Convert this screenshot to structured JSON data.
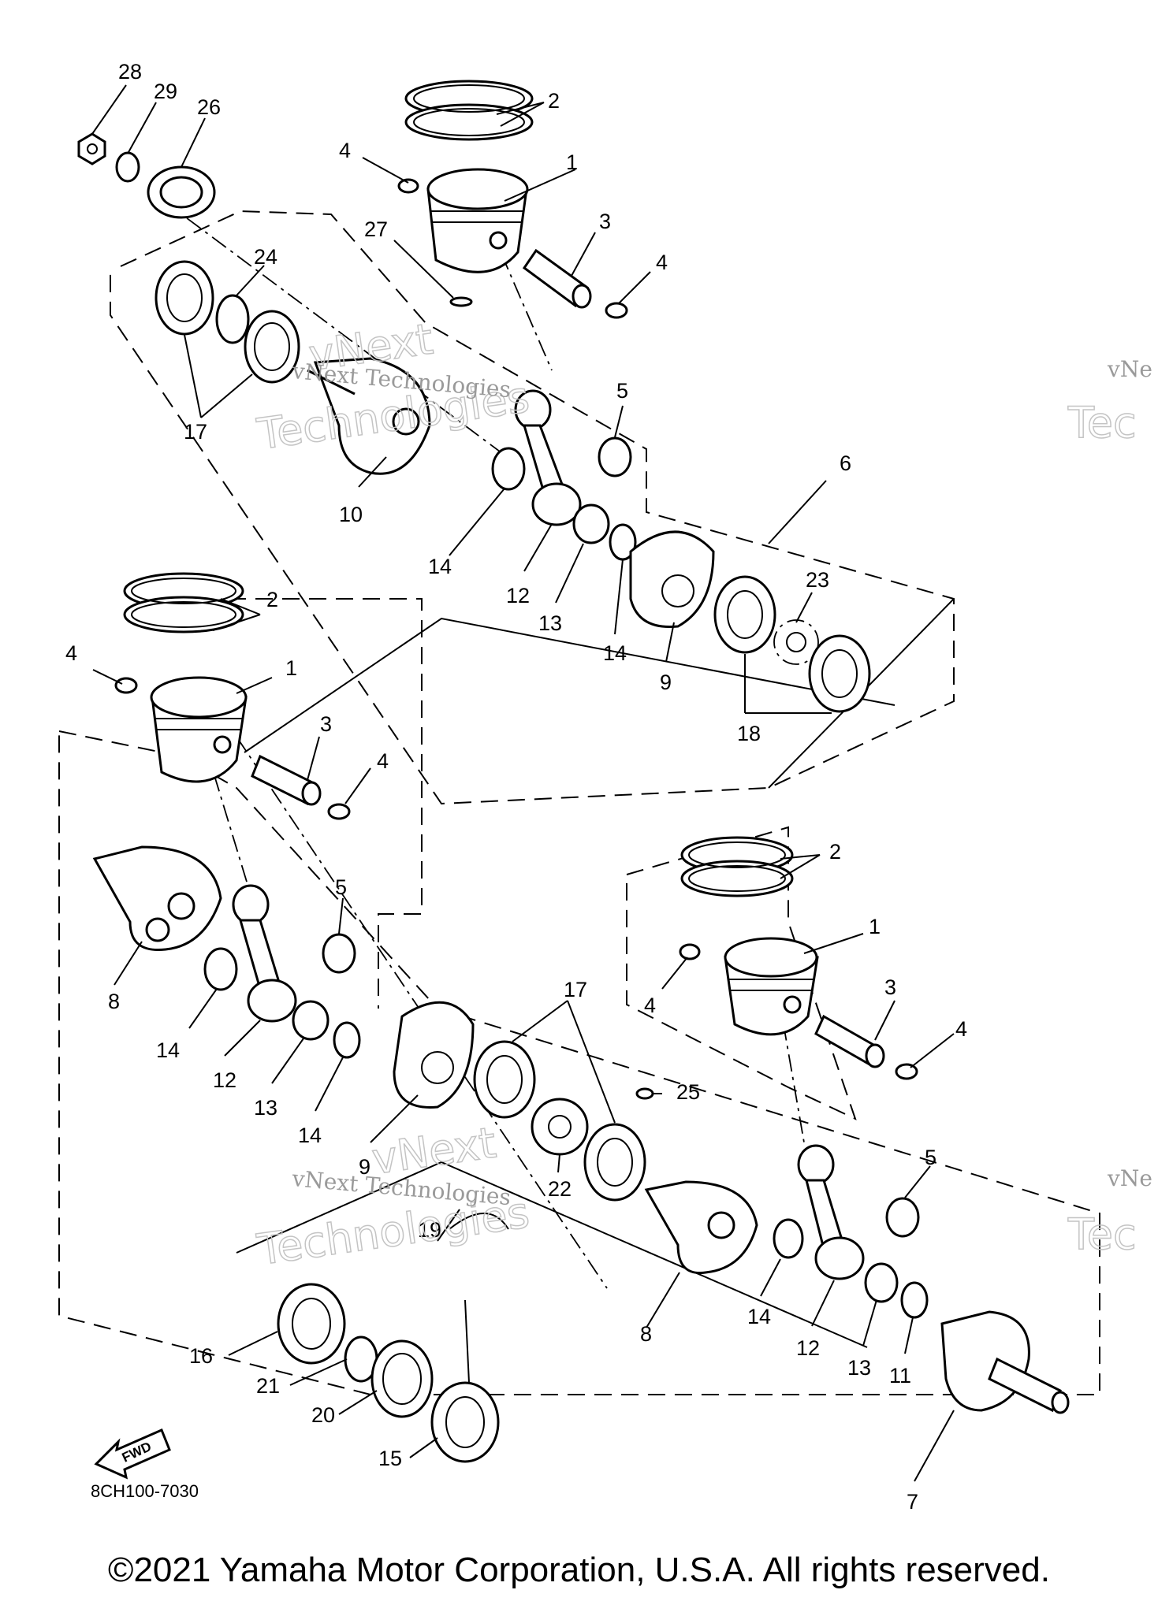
{
  "diagram": {
    "drawing_code": "8CH100-7030",
    "copyright": "©2021 Yamaha Motor Corporation, U.S.A. All rights reserved.",
    "watermark": {
      "line1": "vNext Technologies",
      "big1": "vNext",
      "big2": "Technologies",
      "edge1": "vNe",
      "edge2": "Tec"
    },
    "fwd_label": "FWD",
    "callouts": {
      "c28": "28",
      "c29": "29",
      "c26": "26",
      "c2a": "2",
      "c4a": "4",
      "c1a": "1",
      "c27": "27",
      "c3a": "3",
      "c4b": "4",
      "c24": "24",
      "c17a": "17",
      "c10": "10",
      "c5a": "5",
      "c6": "6",
      "c14a": "14",
      "c12a": "12",
      "c13a": "13",
      "c14b": "14",
      "c9a": "9",
      "c23": "23",
      "c18": "18",
      "c2b": "2",
      "c4c": "4",
      "c1b": "1",
      "c3b": "3",
      "c4d": "4",
      "c5b": "5",
      "c8a": "8",
      "c14c": "14",
      "c12b": "12",
      "c13b": "13",
      "c14d": "14",
      "c9b": "9",
      "c17b": "17",
      "c25": "25",
      "c22": "22",
      "c2c": "2",
      "c1c": "1",
      "c4e": "4",
      "c3c": "3",
      "c4f": "4",
      "c5c": "5",
      "c19": "19",
      "c16": "16",
      "c21": "21",
      "c20": "20",
      "c15": "15",
      "c8b": "8",
      "c14e": "14",
      "c12c": "12",
      "c13c": "13",
      "c11": "11",
      "c7": "7"
    }
  }
}
